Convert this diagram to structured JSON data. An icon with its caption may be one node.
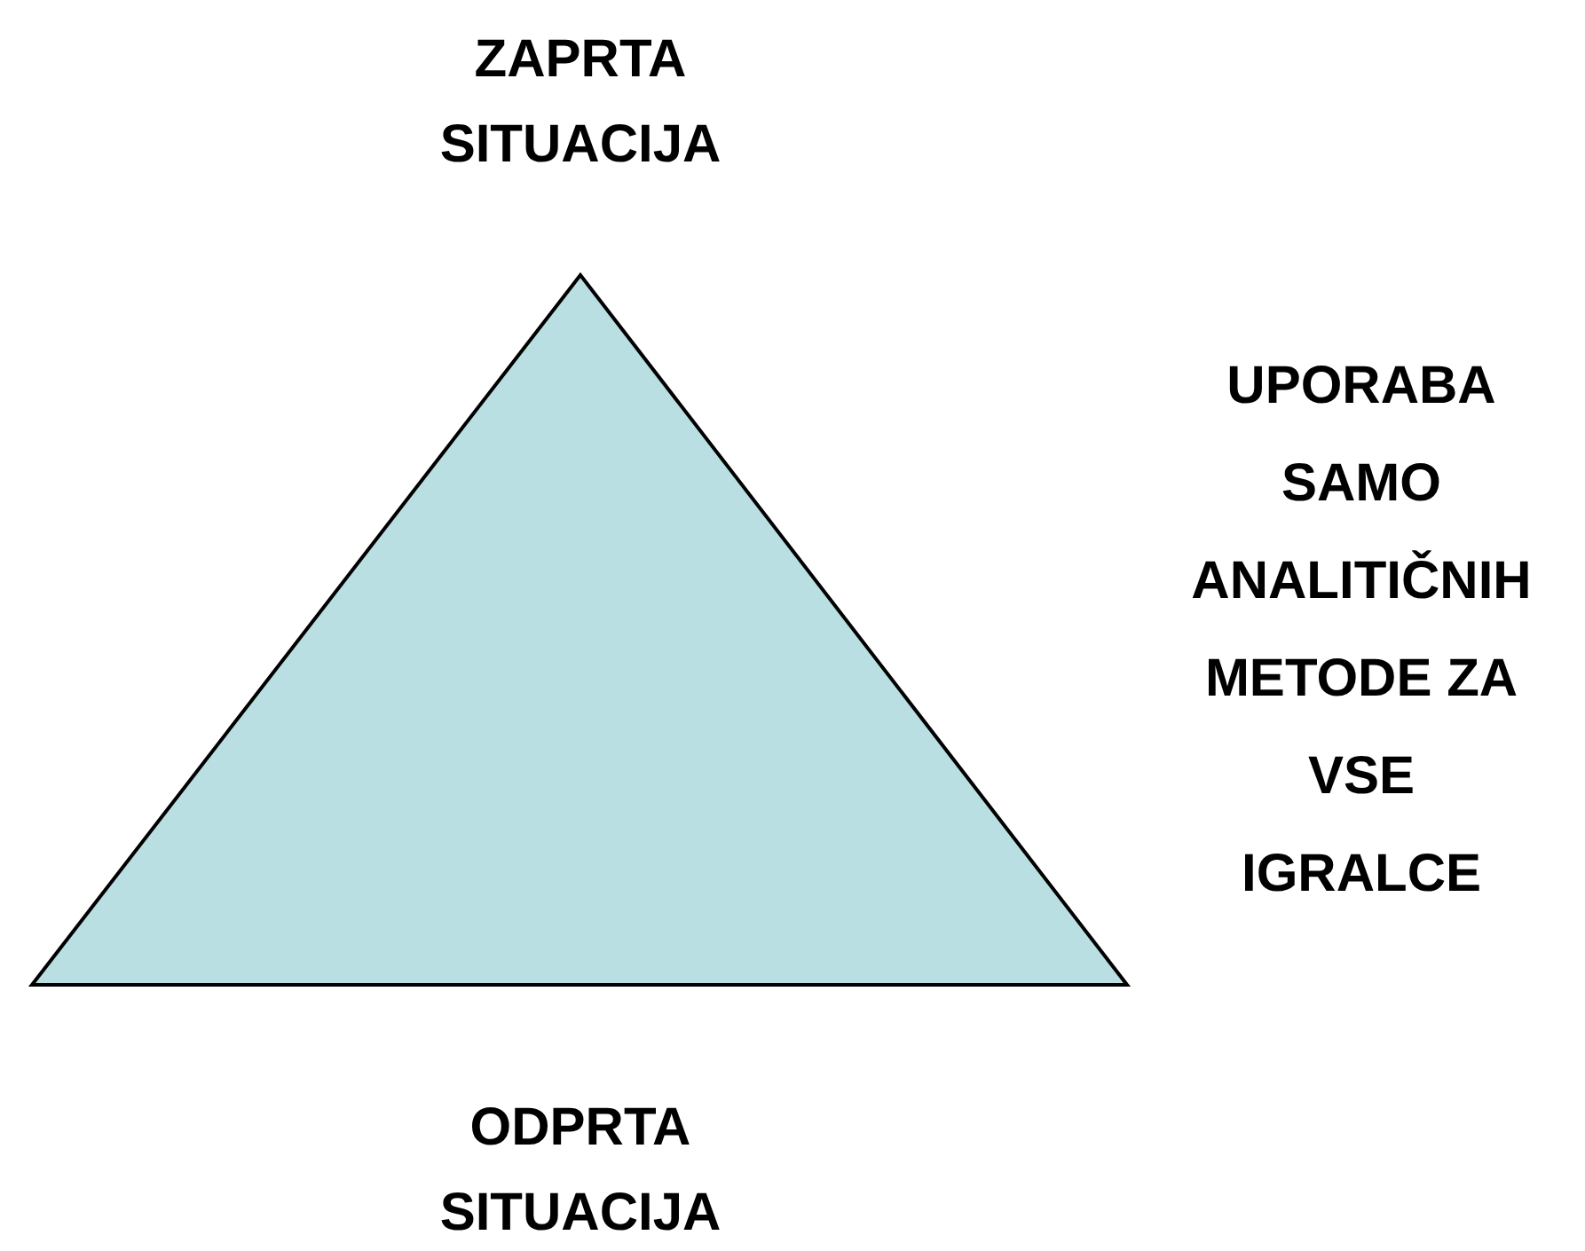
{
  "diagram": {
    "labels": [
      "ZAPRTA SITUACIJA",
      "UPORABA SAMO ANALITIČNIH METODE ZA VSE IGRALCE",
      "ODPRTA SITUACIJA"
    ]
  }
}
